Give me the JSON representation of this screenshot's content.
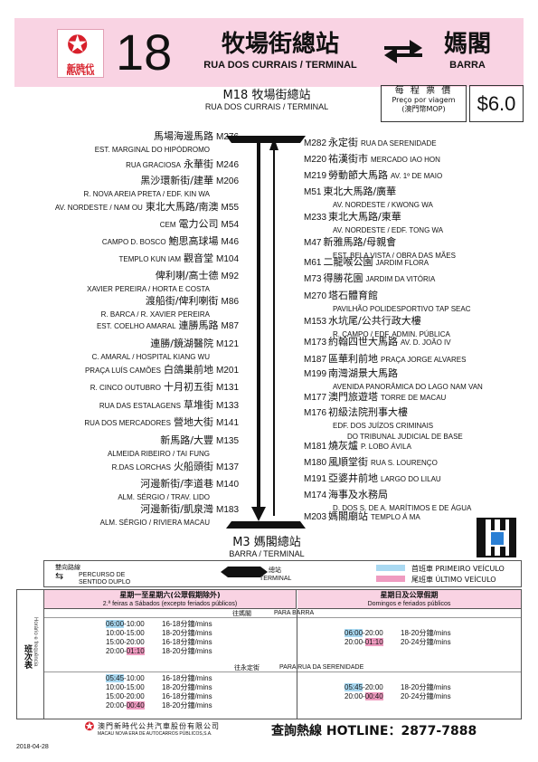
{
  "header": {
    "logo_cn": "新時代",
    "logo_en": "NEW ERA",
    "route_number": "18",
    "terminal_cn": "牧場街總站",
    "terminal_pt": "RUA DOS CURRAIS / TERMINAL",
    "destination_cn": "媽閣",
    "destination_pt": "BARRA"
  },
  "fare": {
    "label_cn": "每 程 票 價",
    "label_pt": "Preço por viagem",
    "label_currency": "(澳門幣MOP)",
    "value": "$6.0"
  },
  "top_terminal": {
    "cn": "M18 牧場街總站",
    "pt": "RUA DOS CURRAIS / TERMINAL"
  },
  "bottom_terminal": {
    "cn": "M3 媽閣總站",
    "pt": "BARRA / TERMINAL"
  },
  "stops_left": [
    {
      "code": "M276",
      "cn": "馬場海邊馬路",
      "pt": "EST. MARGINAL DO HIPÓDROMO",
      "lines": 2
    },
    {
      "code": "M246",
      "cn": "永華街",
      "pt": "RUA GRACIOSA",
      "lines": 1
    },
    {
      "code": "M206",
      "cn": "黑沙環新街/建華",
      "pt": "R. NOVA AREIA PRETA / EDF. KIN WA",
      "lines": 2
    },
    {
      "code": "M55",
      "cn": "東北大馬路/南澳",
      "pt": "AV. NORDESTE / NAM OU",
      "lines": 1
    },
    {
      "code": "M54",
      "cn": "電力公司",
      "pt": "CEM",
      "lines": 1
    },
    {
      "code": "M46",
      "cn": "鮑思高球場",
      "pt": "CAMPO D. BOSCO",
      "lines": 1
    },
    {
      "code": "M104",
      "cn": "觀音堂",
      "pt": "TEMPLO KUN IAM",
      "lines": 1
    },
    {
      "code": "M92",
      "cn": "俾利喇/高士德",
      "pt": "XAVIER PEREIRA / HORTA E COSTA",
      "lines": 2
    },
    {
      "code": "M86",
      "cn": "渡船街/俾利喇街",
      "pt": "R. BARCA / R. XAVIER PEREIRA",
      "lines": 2
    },
    {
      "code": "M87",
      "cn": "連勝馬路",
      "pt": "EST. COELHO AMARAL",
      "lines": 1
    },
    {
      "code": "M121",
      "cn": "連勝/鏡湖醫院",
      "pt": "C. AMARAL / HOSPITAL KIANG WU",
      "lines": 2
    },
    {
      "code": "M201",
      "cn": "白鴿巢前地",
      "pt": "PRAÇA LUÍS CAMÕES",
      "lines": 1
    },
    {
      "code": "M131",
      "cn": "十月初五街",
      "pt": "R. CINCO OUTUBRO",
      "lines": 1
    },
    {
      "code": "M133",
      "cn": "草堆街",
      "pt": "RUA DAS ESTALAGENS",
      "lines": 1
    },
    {
      "code": "M141",
      "cn": "營地大街",
      "pt": "RUA DOS MERCADORES",
      "lines": 1
    },
    {
      "code": "M135",
      "cn": "新馬路/大豐",
      "pt": "ALMEIDA RIBEIRO / TAI FUNG",
      "lines": 2
    },
    {
      "code": "M137",
      "cn": "火船頭街",
      "pt": "R.DAS LORCHAS",
      "lines": 1
    },
    {
      "code": "M140",
      "cn": "河邊新街/李道巷",
      "pt": "ALM. SÉRGIO / TRAV. LIDO",
      "lines": 2
    },
    {
      "code": "M183",
      "cn": "河邊新街/凱泉灣",
      "pt": "ALM. SÉRGIO / RIVIERA MACAU",
      "lines": 2
    }
  ],
  "stops_right": [
    {
      "code": "M282",
      "cn": "永定街",
      "pt": "RUA DA SERENIDADE",
      "lines": 1
    },
    {
      "code": "M220",
      "cn": "祐漢街市",
      "pt": "MERCADO IAO HON",
      "lines": 1
    },
    {
      "code": "M219",
      "cn": "勞動節大馬路",
      "pt": "AV. 1º DE MAIO",
      "lines": 1
    },
    {
      "code": "M51",
      "cn": "東北大馬路/廣華",
      "pt": "AV. NORDESTE / KWONG WA",
      "lines": 2
    },
    {
      "code": "M233",
      "cn": "東北大馬路/東華",
      "pt": "AV. NORDESTE / EDF. TONG WA",
      "lines": 2
    },
    {
      "code": "M47",
      "cn": "新雅馬路/母親會",
      "pt": "EST. BELA VISTA / OBRA DAS MÃES",
      "lines": 2
    },
    {
      "code": "M61",
      "cn": "二龍喉公園",
      "pt": "JARDIM FLORA",
      "lines": 1
    },
    {
      "code": "M73",
      "cn": "得勝花園",
      "pt": "JARDIM DA VITÓRIA",
      "lines": 1
    },
    {
      "code": "M270",
      "cn": "塔石體育館",
      "pt": "PAVILHÃO POLIDESPORTIVO TAP SEAC",
      "lines": 2
    },
    {
      "code": "M153",
      "cn": "水坑尾/公共行政大樓",
      "pt": "R. CAMPO / EDF. ADMIN. PÚBLICA",
      "lines": 2
    },
    {
      "code": "M173",
      "cn": "約翰四世大馬路",
      "pt": "AV. D. JOÃO IV",
      "lines": 1
    },
    {
      "code": "M187",
      "cn": "區華利前地",
      "pt": "PRAÇA JORGE ALVARES",
      "lines": 1
    },
    {
      "code": "M199",
      "cn": "南灣湖景大馬路",
      "pt": "AVENIDA PANORÂMICA DO LAGO NAM VAN",
      "lines": 2
    },
    {
      "code": "M177",
      "cn": "澳門旅遊塔",
      "pt": "TORRE DE MACAU",
      "lines": 1
    },
    {
      "code": "M176",
      "cn": "初級法院刑事大樓",
      "pt": "EDF. DOS JUÍZOS CRIMINAIS",
      "pt2": "DO TRIBUNAL JUDICIAL DE BASE",
      "lines": 3
    },
    {
      "code": "M181",
      "cn": "燒灰爐",
      "pt": "P. LOBO ÁVILA",
      "lines": 1
    },
    {
      "code": "M180",
      "cn": "風順堂街",
      "pt": "RUA S. LOURENÇO",
      "lines": 1
    },
    {
      "code": "M191",
      "cn": "亞婆井前地",
      "pt": "LARGO DO LILAU",
      "lines": 1
    },
    {
      "code": "M174",
      "cn": "海事及水務局",
      "pt": "D. DOS S. DE A. MARÍTIMOS E DE ÁGUA",
      "lines": 2
    },
    {
      "code": "M203",
      "cn": "媽閣廟站",
      "pt": "TEMPLO Á MA",
      "lines": 1
    }
  ],
  "legend": {
    "double_cn": "雙向路線",
    "double_pt_1": "PERCURSO DE",
    "double_pt_2": "SENTIDO DUPLO",
    "terminal_cn": "總站",
    "terminal_pt": "TERMINAL",
    "first_label": "首班車 PRIMEIRO VEÍCULO",
    "last_label": "尾班車 ÚLTIMO VEÍCULO",
    "first_color": "#a9d9f2",
    "last_color": "#ef9bc0"
  },
  "schedule": {
    "side_cn": "班次表",
    "side_pt": "Horário e frequência",
    "weekday_cn": "星期一至星期六(公眾假期除外)",
    "weekday_pt": "2.ª feiras a Sábados (excepto feriados públicos)",
    "weekend_cn": "星期日及公眾假期",
    "weekend_pt": "Domingos e feriados públicos",
    "dir1_cn": "往媽閣",
    "dir1_pt": "PARA BARRA",
    "dir2_cn": "往永定街",
    "dir2_pt": "PARA RUA DA SERENIDADE",
    "dir1_weekday": [
      {
        "time_a": "06:00",
        "time_b": "-10:00",
        "freq": "16-18分鐘/mins",
        "hl": "first"
      },
      {
        "time_a": "10:00-15:00",
        "time_b": "",
        "freq": "18-20分鐘/mins",
        "hl": ""
      },
      {
        "time_a": "15:00-20:00",
        "time_b": "",
        "freq": "16-18分鐘/mins",
        "hl": ""
      },
      {
        "time_a": "20:00-",
        "time_b": "01:10",
        "freq": "18-20分鐘/mins",
        "hl": "last"
      }
    ],
    "dir1_weekend": [
      {
        "time_a": "06:00",
        "time_b": "-20:00",
        "freq": "18-20分鐘/mins",
        "hl": "first"
      },
      {
        "time_a": "20:00-",
        "time_b": "01:10",
        "freq": "20-24分鐘/mins",
        "hl": "last"
      }
    ],
    "dir2_weekday": [
      {
        "time_a": "05:45",
        "time_b": "-10:00",
        "freq": "16-18分鐘/mins",
        "hl": "first"
      },
      {
        "time_a": "10:00-15:00",
        "time_b": "",
        "freq": "18-20分鐘/mins",
        "hl": ""
      },
      {
        "time_a": "15:00-20:00",
        "time_b": "",
        "freq": "16-18分鐘/mins",
        "hl": ""
      },
      {
        "time_a": "20:00-",
        "time_b": "00:40",
        "freq": "18-20分鐘/mins",
        "hl": "last"
      }
    ],
    "dir2_weekend": [
      {
        "time_a": "05:45",
        "time_b": "-20:00",
        "freq": "18-20分鐘/mins",
        "hl": "first"
      },
      {
        "time_a": "20:00-",
        "time_b": "00:40",
        "freq": "20-24分鐘/mins",
        "hl": "last"
      }
    ]
  },
  "footer": {
    "company_cn": "澳門新時代公共汽車股份有限公司",
    "company_pt": "MACAU NOVA ERA DE AUTOCARROS PÚBLICOS,S.A.",
    "hotline": "查詢熱線 HOTLINE：2877-7888",
    "date": "2018-04-28"
  }
}
